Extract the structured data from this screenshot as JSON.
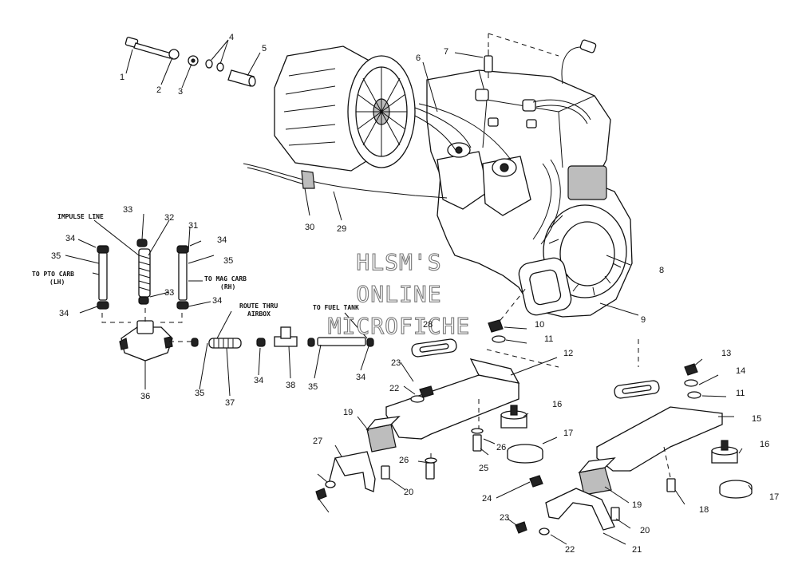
{
  "watermark": [
    "HLSM'S",
    "ONLINE",
    "MICROFICHE"
  ],
  "notes": {
    "impulse_line": "IMPULSE LINE",
    "to_pto_carb_1": "TO PTO CARB",
    "to_pto_carb_2": "(LH)",
    "to_mag_carb_1": "TO MAG CARB",
    "to_mag_carb_2": "(RH)",
    "route_thru_1": "ROUTE THRU",
    "route_thru_2": "AIRBOX",
    "to_fuel_tank": "TO FUEL TANK"
  },
  "callouts": [
    "1",
    "2",
    "3",
    "4",
    "5",
    "6",
    "7",
    "8",
    "9",
    "10",
    "11",
    "11",
    "12",
    "13",
    "14",
    "15",
    "16",
    "16",
    "17",
    "17",
    "18",
    "19",
    "19",
    "20",
    "20",
    "21",
    "22",
    "22",
    "23",
    "23",
    "24",
    "25",
    "26",
    "26",
    "27",
    "28",
    "29",
    "30",
    "31",
    "32",
    "33",
    "33",
    "34",
    "34",
    "34",
    "34",
    "34",
    "34",
    "35",
    "35",
    "35",
    "35",
    "36",
    "37",
    "38"
  ]
}
